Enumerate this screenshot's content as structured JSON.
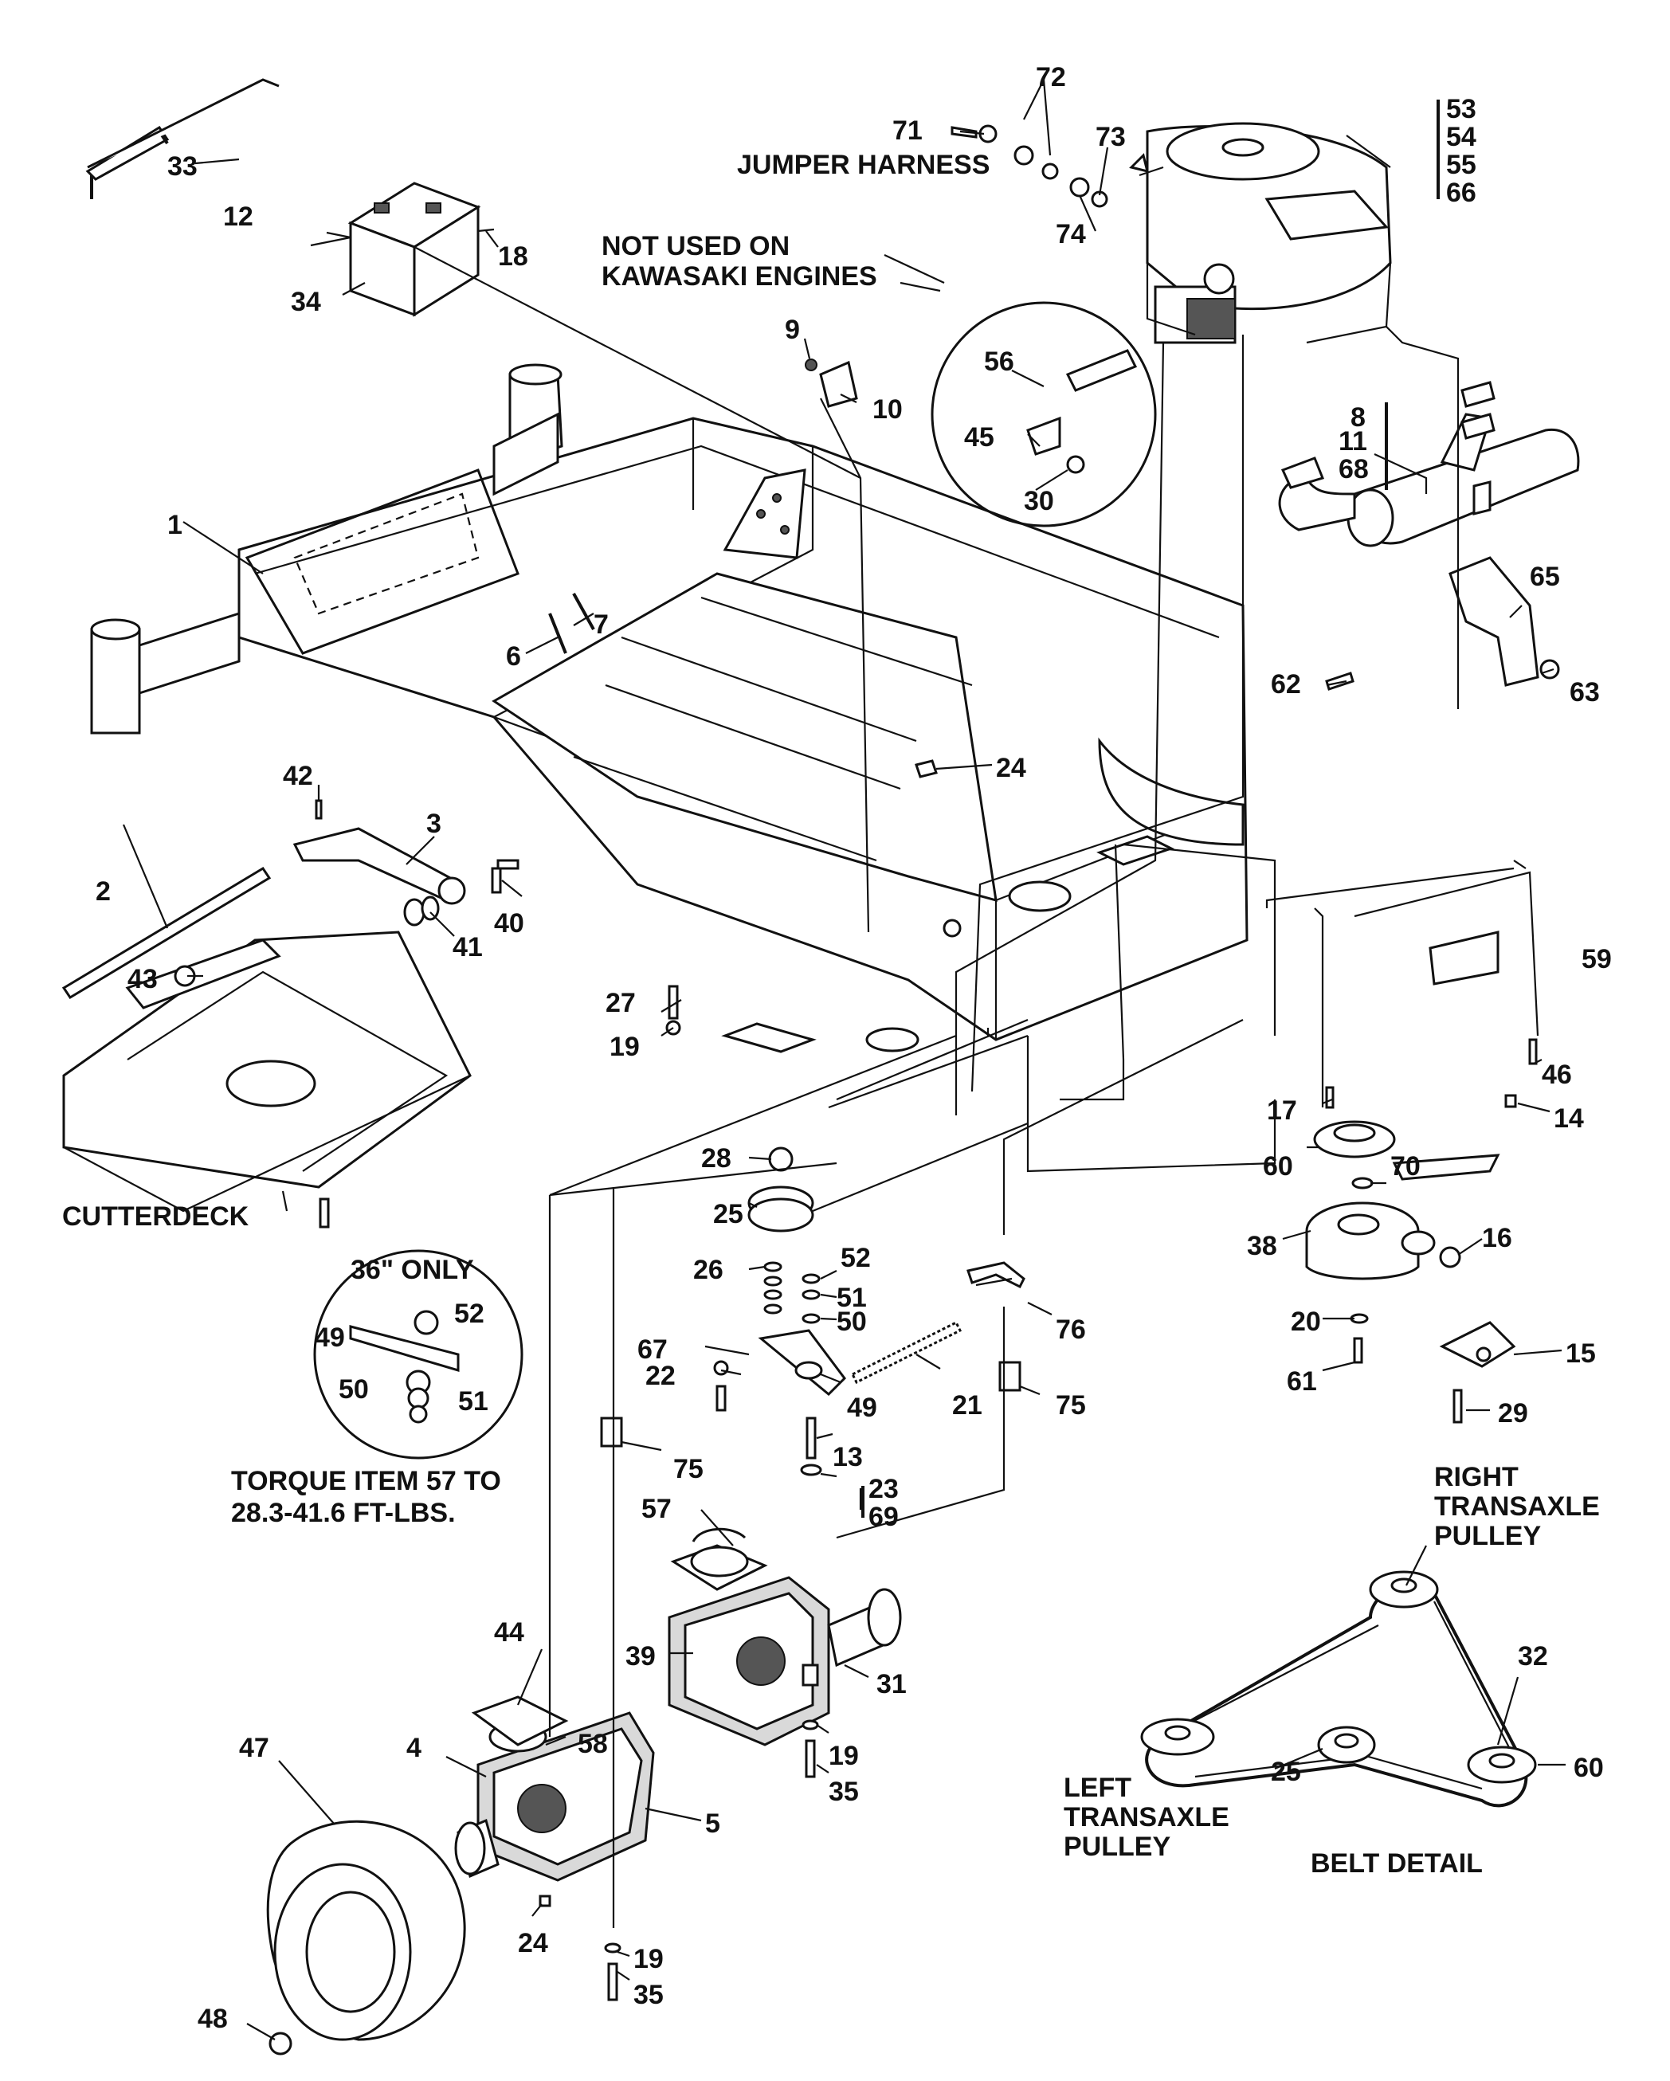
{
  "callouts": [
    {
      "id": "1",
      "text": "1"
    },
    {
      "id": "2",
      "text": "2"
    },
    {
      "id": "3",
      "text": "3"
    },
    {
      "id": "4",
      "text": "4"
    },
    {
      "id": "5",
      "text": "5"
    },
    {
      "id": "6",
      "text": "6"
    },
    {
      "id": "7",
      "text": "7"
    },
    {
      "id": "8",
      "text": "8"
    },
    {
      "id": "9",
      "text": "9"
    },
    {
      "id": "10",
      "text": "10"
    },
    {
      "id": "11",
      "text": "11"
    },
    {
      "id": "12",
      "text": "12"
    },
    {
      "id": "13",
      "text": "13"
    },
    {
      "id": "14",
      "text": "14"
    },
    {
      "id": "15",
      "text": "15"
    },
    {
      "id": "16",
      "text": "16"
    },
    {
      "id": "17",
      "text": "17"
    },
    {
      "id": "18",
      "text": "18"
    },
    {
      "id": "19a",
      "text": "19"
    },
    {
      "id": "19b",
      "text": "19"
    },
    {
      "id": "19c",
      "text": "19"
    },
    {
      "id": "20",
      "text": "20"
    },
    {
      "id": "21",
      "text": "21"
    },
    {
      "id": "22",
      "text": "22"
    },
    {
      "id": "23",
      "text": "23"
    },
    {
      "id": "24a",
      "text": "24"
    },
    {
      "id": "24b",
      "text": "24"
    },
    {
      "id": "25a",
      "text": "25"
    },
    {
      "id": "25b",
      "text": "25"
    },
    {
      "id": "26",
      "text": "26"
    },
    {
      "id": "27",
      "text": "27"
    },
    {
      "id": "28",
      "text": "28"
    },
    {
      "id": "29",
      "text": "29"
    },
    {
      "id": "30",
      "text": "30"
    },
    {
      "id": "31",
      "text": "31"
    },
    {
      "id": "32",
      "text": "32"
    },
    {
      "id": "33",
      "text": "33"
    },
    {
      "id": "34",
      "text": "34"
    },
    {
      "id": "35a",
      "text": "35"
    },
    {
      "id": "35b",
      "text": "35"
    },
    {
      "id": "38",
      "text": "38"
    },
    {
      "id": "39",
      "text": "39"
    },
    {
      "id": "40",
      "text": "40"
    },
    {
      "id": "41",
      "text": "41"
    },
    {
      "id": "42",
      "text": "42"
    },
    {
      "id": "43",
      "text": "43"
    },
    {
      "id": "44",
      "text": "44"
    },
    {
      "id": "45",
      "text": "45"
    },
    {
      "id": "46",
      "text": "46"
    },
    {
      "id": "47",
      "text": "47"
    },
    {
      "id": "48",
      "text": "48"
    },
    {
      "id": "49a",
      "text": "49"
    },
    {
      "id": "49b",
      "text": "49"
    },
    {
      "id": "50a",
      "text": "50"
    },
    {
      "id": "50b",
      "text": "50"
    },
    {
      "id": "51a",
      "text": "51"
    },
    {
      "id": "51b",
      "text": "51"
    },
    {
      "id": "52a",
      "text": "52"
    },
    {
      "id": "52b",
      "text": "52"
    },
    {
      "id": "53",
      "text": "53"
    },
    {
      "id": "54",
      "text": "54"
    },
    {
      "id": "55",
      "text": "55"
    },
    {
      "id": "56",
      "text": "56"
    },
    {
      "id": "57",
      "text": "57"
    },
    {
      "id": "58",
      "text": "58"
    },
    {
      "id": "59",
      "text": "59"
    },
    {
      "id": "60a",
      "text": "60"
    },
    {
      "id": "60b",
      "text": "60"
    },
    {
      "id": "61",
      "text": "61"
    },
    {
      "id": "62",
      "text": "62"
    },
    {
      "id": "63",
      "text": "63"
    },
    {
      "id": "65",
      "text": "65"
    },
    {
      "id": "66",
      "text": "66"
    },
    {
      "id": "67",
      "text": "67"
    },
    {
      "id": "68",
      "text": "68"
    },
    {
      "id": "69",
      "text": "69"
    },
    {
      "id": "70",
      "text": "70"
    },
    {
      "id": "71",
      "text": "71"
    },
    {
      "id": "72",
      "text": "72"
    },
    {
      "id": "73",
      "text": "73"
    },
    {
      "id": "74",
      "text": "74"
    },
    {
      "id": "75a",
      "text": "75"
    },
    {
      "id": "75b",
      "text": "75"
    },
    {
      "id": "76",
      "text": "76"
    }
  ],
  "notes": {
    "jumper_harness": "JUMPER HARNESS",
    "not_used_1": "NOT USED ON",
    "not_used_2": "KAWASAKI ENGINES",
    "cutterdeck": "CUTTERDECK",
    "only_36": "36\" ONLY",
    "torque_1": "TORQUE ITEM 57 TO",
    "torque_2": "28.3-41.6 FT-LBS.",
    "right_pulley_1": "RIGHT",
    "right_pulley_2": "TRANSAXLE",
    "right_pulley_3": "PULLEY",
    "left_pulley_1": "LEFT",
    "left_pulley_2": "TRANSAXLE",
    "left_pulley_3": "PULLEY",
    "belt_detail": "BELT DETAIL"
  }
}
